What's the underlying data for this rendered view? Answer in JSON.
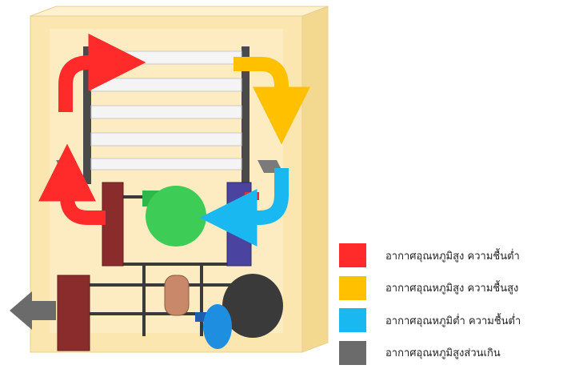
{
  "legend": [
    {
      "label": "อากาศอุณหภูมิสูง ความชื้นต่ำ",
      "color": "#ff2a2a",
      "icon": "red-square"
    },
    {
      "label": "อากาศอุณหภูมิสูง ความชื้นสูง",
      "color": "#ffc000",
      "icon": "yellow-square"
    },
    {
      "label": "อากาศอุณหภูมิต่ำ ความชื้นต่ำ",
      "color": "#1ab8f0",
      "icon": "blue-square"
    },
    {
      "label": "อากาศอุณหภูมิสูงส่วนเกิน",
      "color": "#6b6b6b",
      "icon": "gray-square"
    }
  ],
  "colors": {
    "cabinet": "#fbe6b0",
    "cabinet_side": "#f3d98f",
    "shelf": "#f1f1f1",
    "frame": "#4a4a4a",
    "heater": "#8b2c2c",
    "fan": "#3dcc55",
    "evaporator": "#4b43a0",
    "tank": "#3a3a3a",
    "pump": "#1e8ee0",
    "filter": "#c9886a"
  }
}
